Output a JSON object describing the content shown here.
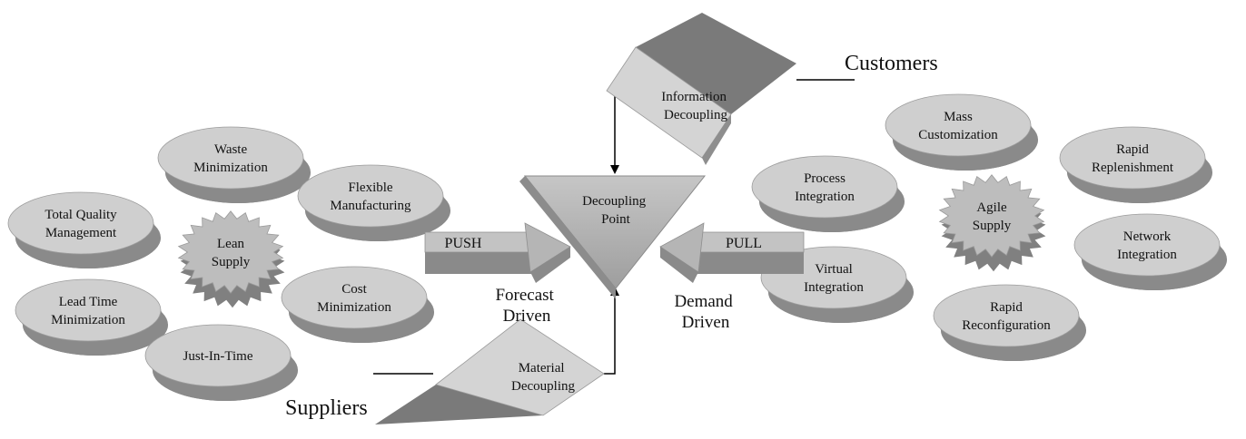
{
  "colors": {
    "disk_top": "#cfcfcf",
    "disk_side": "#8a8a8a",
    "gear": "#bdbdbd",
    "gear_side": "#808080",
    "diamond_light": "#d6d6d6",
    "diamond_dark": "#7a7a7a",
    "triangle": "#b4b4b4",
    "arrow_body": "#bcbcbc",
    "arrow_side": "#858585",
    "line": "#000000"
  },
  "lean": {
    "hub": [
      "Lean",
      "Supply"
    ],
    "nodes": [
      {
        "id": "waste-minimization",
        "lines": [
          "Waste",
          "Minimization"
        ]
      },
      {
        "id": "flexible-manufacturing",
        "lines": [
          "Flexible",
          "Manufacturing"
        ]
      },
      {
        "id": "total-quality-management",
        "lines": [
          "Total Quality",
          "Management"
        ]
      },
      {
        "id": "cost-minimization",
        "lines": [
          "Cost",
          "Minimization"
        ]
      },
      {
        "id": "lead-time-minimization",
        "lines": [
          "Lead Time",
          "Minimization"
        ]
      },
      {
        "id": "just-in-time",
        "lines": [
          "Just-In-Time"
        ]
      }
    ]
  },
  "agile": {
    "hub": [
      "Agile",
      "Supply"
    ],
    "nodes": [
      {
        "id": "mass-customization",
        "lines": [
          "Mass",
          "Customization"
        ]
      },
      {
        "id": "rapid-replenishment",
        "lines": [
          "Rapid",
          "Replenishment"
        ]
      },
      {
        "id": "process-integration",
        "lines": [
          "Process",
          "Integration"
        ]
      },
      {
        "id": "network-integration",
        "lines": [
          "Network",
          "Integration"
        ]
      },
      {
        "id": "virtual-integration",
        "lines": [
          "Virtual",
          "Integration"
        ]
      },
      {
        "id": "rapid-reconfiguration",
        "lines": [
          "Rapid",
          "Reconfiguration"
        ]
      }
    ]
  },
  "center": {
    "decoupling_point": [
      "Decoupling",
      "Point"
    ],
    "push": "PUSH",
    "pull": "PULL",
    "forecast_driven": [
      "Forecast",
      "Driven"
    ],
    "demand_driven": [
      "Demand",
      "Driven"
    ]
  },
  "information_decoupling": [
    "Information",
    "Decoupling"
  ],
  "material_decoupling": [
    "Material",
    "Decoupling"
  ],
  "customers": "Customers",
  "suppliers": "Suppliers"
}
